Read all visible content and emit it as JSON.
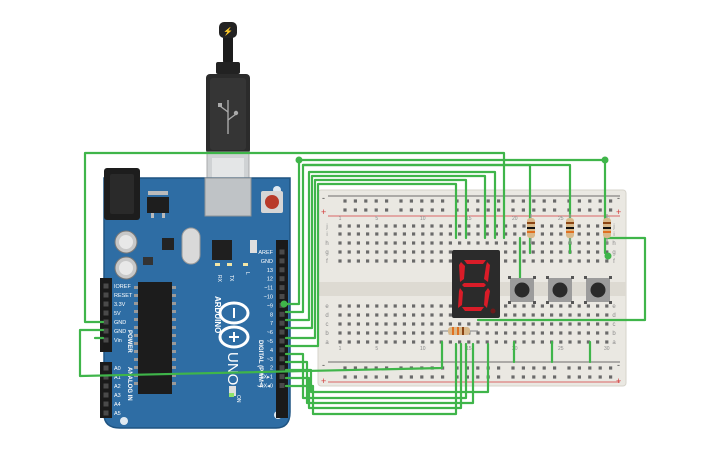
{
  "board": {
    "brand": "ARDUINO",
    "model": "UNO",
    "on_label": "ON",
    "l_label": "L",
    "tx_label": "TX",
    "rx_label": "RX",
    "digital_header": "DIGITAL (PWM~)",
    "power_header": "POWER",
    "analog_header": "ANALOG IN",
    "digital_pins": [
      "AREF",
      "GND",
      "13",
      "12",
      "~11",
      "~10",
      "~9",
      "8",
      "7",
      "~6",
      "~5",
      "4",
      "~3",
      "2",
      "TX▸1",
      "RX◂0"
    ],
    "power_pins": [
      "IOREF",
      "RESET",
      "3.3V",
      "5V",
      "GND",
      "GND",
      "Vin"
    ],
    "analog_pins": [
      "A0",
      "A1",
      "A2",
      "A3",
      "A4",
      "A5"
    ]
  },
  "breadboard": {
    "rail_plus": "+",
    "rail_minus": "-",
    "rows_top": [
      "j",
      "i",
      "h",
      "g",
      "f"
    ],
    "rows_bottom": [
      "e",
      "d",
      "c",
      "b",
      "a"
    ],
    "col_labels": [
      "1",
      "5",
      "10",
      "15",
      "20",
      "25",
      "30"
    ]
  },
  "display": {
    "digit": "8"
  },
  "colors": {
    "wire": "#3fb54a",
    "board": "#2e6da4",
    "breadboard": "#eae8e2",
    "segment_off": "#6e1a1a",
    "segment_on": "#d91c28",
    "rail_red": "#d33b3b",
    "rail_black": "#444444"
  },
  "icons": [
    "usb-cable-icon",
    "usb-plug-icon",
    "reset-button-icon",
    "power-jack-icon",
    "arduino-logo-icon"
  ]
}
